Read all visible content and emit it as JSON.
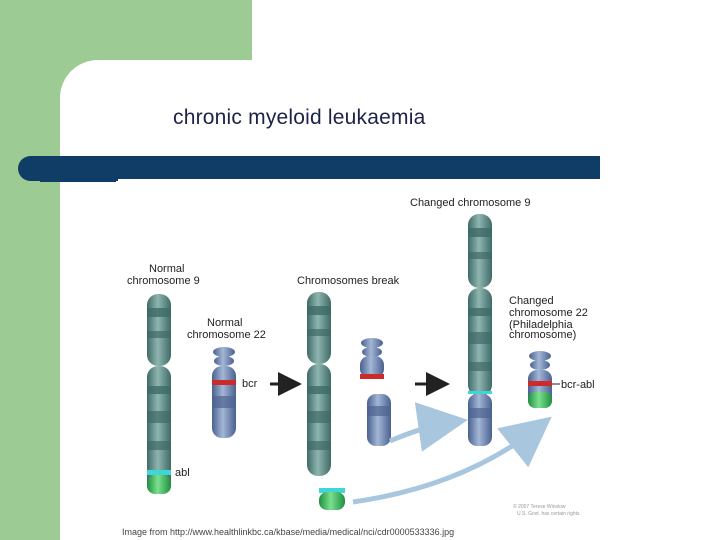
{
  "slide": {
    "title": "chronic myeloid leukaemia",
    "caption": "Image from http://www.healthlinkbc.ca/kbase/media/medical/nci/cdr0000533336.jpg"
  },
  "figure": {
    "labels": {
      "normal_chr9_line1": "Normal",
      "normal_chr9_line2": "chromosome 9",
      "normal_chr22_line1": "Normal",
      "normal_chr22_line2": "chromosome 22",
      "chromosomes_break": "Chromosomes break",
      "changed_chr9": "Changed chromosome 9",
      "changed_chr22_line1": "Changed",
      "changed_chr22_line2": "chromosome 22",
      "changed_chr22_line3": "(Philadelphia",
      "changed_chr22_line4": "chromosome)",
      "bcr": "bcr",
      "abl": "abl",
      "bcr_abl": "bcr-abl",
      "copyright_line1": "© 2007 Terese Winslow",
      "copyright_line2": "U.S. Govt. has certain rights"
    },
    "colors": {
      "chr9": "#5f8e8a",
      "chr9_band": "#3f6a66",
      "chr22": "#6f86b0",
      "chr22_band": "#4d6490",
      "bcr": "#cf2a2a",
      "abl": "#3fbf5f",
      "abl_cap": "#3fd6d8",
      "arrow": "#222222",
      "curve_arrow": "#a9c6df"
    }
  }
}
